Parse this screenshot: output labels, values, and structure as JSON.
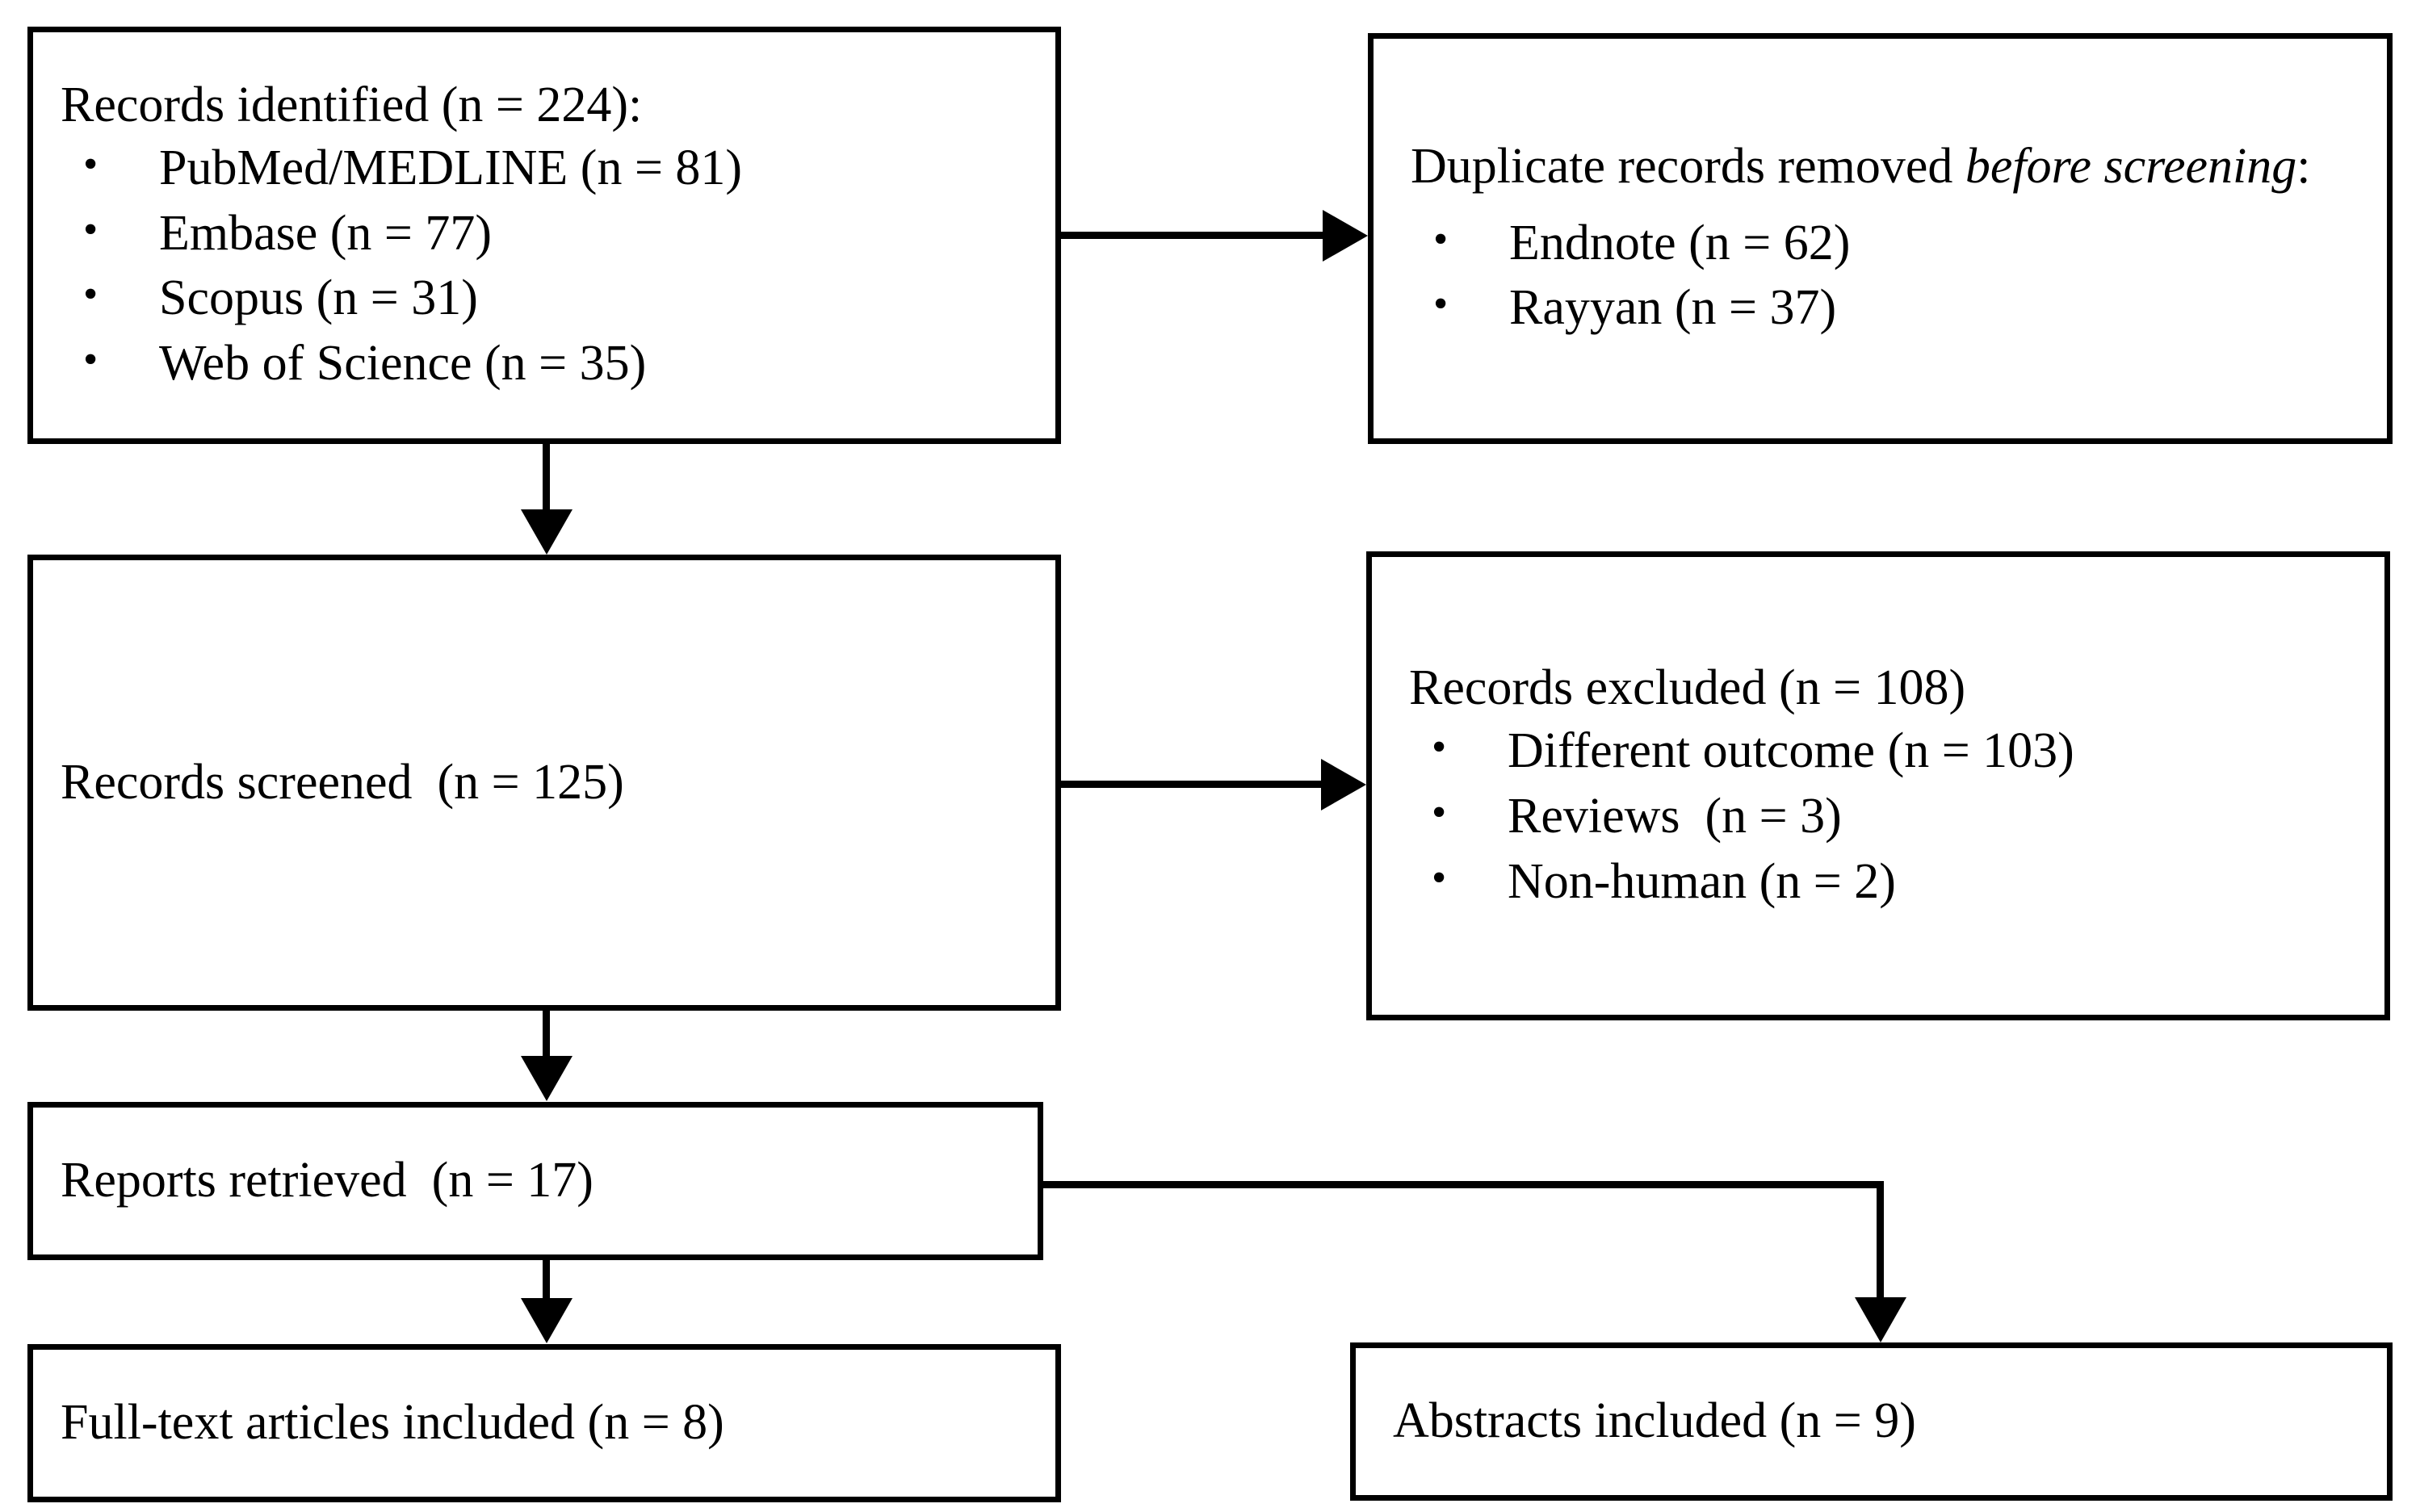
{
  "diagram": {
    "type": "prisma-flow-diagram",
    "boxes": [
      {
        "id": "records-identified",
        "heading": "Records identified (n = 224):",
        "items": [
          "PubMed/MEDLINE (n = 81)",
          "Embase (n = 77)",
          "Scopus (n = 31)",
          "Web of Science (n = 35)"
        ]
      },
      {
        "id": "duplicates-removed",
        "heading_plain": "Duplicate records removed ",
        "heading_italic": "before screening",
        "heading_tail": ":",
        "items": [
          "Endnote (n = 62)",
          "Rayyan (n = 37)"
        ]
      },
      {
        "id": "records-screened",
        "heading": "Records screened  (n = 125)",
        "items": []
      },
      {
        "id": "records-excluded",
        "heading": "Records excluded (n = 108)",
        "items": [
          "Different outcome (n = 103)",
          "Reviews  (n = 3)",
          "Non-human (n = 2)"
        ]
      },
      {
        "id": "reports-retrieved",
        "heading": "Reports retrieved  (n = 17)",
        "items": []
      },
      {
        "id": "abstracts-included",
        "heading": "Abstracts included (n = 9)",
        "items": []
      },
      {
        "id": "full-text-included",
        "heading": "Full-text articles included (n = 8)",
        "items": []
      }
    ],
    "counts": {
      "identified_total": 224,
      "pubmed_medline": 81,
      "embase": 77,
      "scopus": 31,
      "web_of_science": 35,
      "endnote_duplicates": 62,
      "rayyan_duplicates": 37,
      "screened": 125,
      "excluded_total": 108,
      "excluded_different_outcome": 103,
      "excluded_reviews": 3,
      "excluded_non_human": 2,
      "reports_retrieved": 17,
      "full_text_included": 8,
      "abstracts_included": 9
    },
    "colors": {
      "line": "#000000",
      "box_fill": "#ffffff",
      "text": "#000000"
    }
  }
}
